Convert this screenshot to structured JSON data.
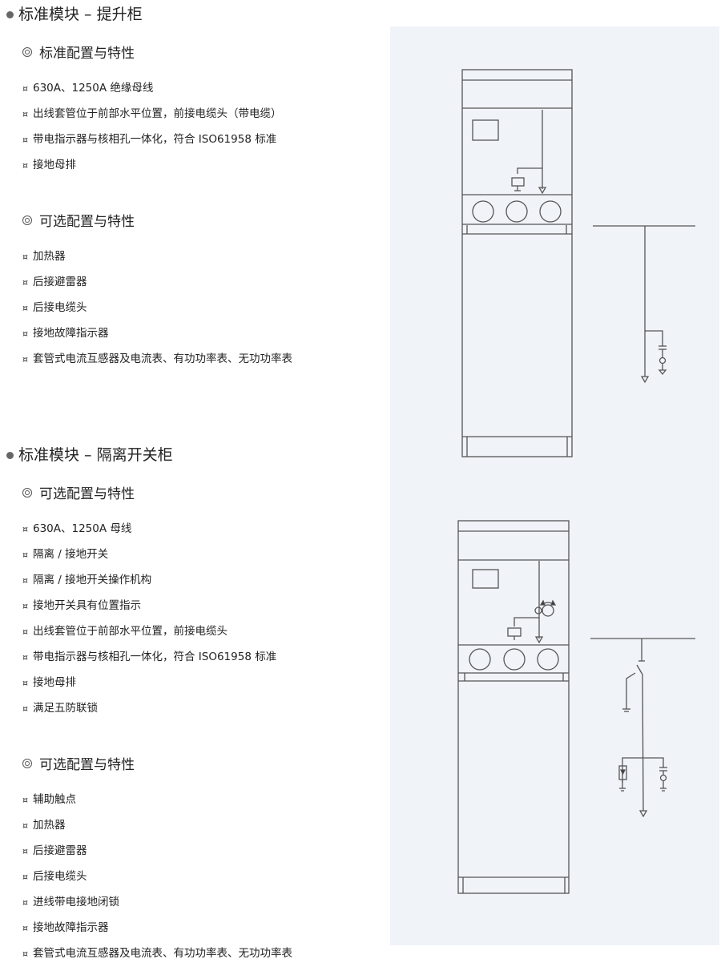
{
  "sections": [
    {
      "title": "标准模块 – 提升柜",
      "groups": [
        {
          "title": "标准配置与特性",
          "items": [
            "630A、1250A 绝缘母线",
            "出线套管位于前部水平位置，前接电缆头（带电缆）",
            "带电指示器与核相孔一体化，符合 ISO61958 标准",
            "接地母排"
          ]
        },
        {
          "title": "可选配置与特性",
          "items": [
            "加热器",
            "后接避雷器",
            "后接电缆头",
            "接地故障指示器",
            "套管式电流互感器及电流表、有功功率表、无功功率表"
          ]
        }
      ]
    },
    {
      "title": "标准模块 – 隔离开关柜",
      "groups": [
        {
          "title": "可选配置与特性",
          "items": [
            "630A、1250A 母线",
            "隔离 / 接地开关",
            "隔离 / 接地开关操作机构",
            "接地开关具有位置指示",
            "出线套管位于前部水平位置，前接电缆头",
            "带电指示器与核相孔一体化，符合 ISO61958 标准",
            "接地母排",
            "满足五防联锁"
          ]
        },
        {
          "title": "可选配置与特性",
          "items": [
            "辅助触点",
            "加热器",
            "后接避雷器",
            "后接电缆头",
            "进线带电接地闭锁",
            "接地故障指示器",
            "套管式电流互感器及电流表、有功功率表、无功功率表"
          ]
        }
      ]
    }
  ],
  "bullet_glyph": "¤",
  "colors": {
    "panel": "#f0f3f8",
    "line": "#555555"
  }
}
